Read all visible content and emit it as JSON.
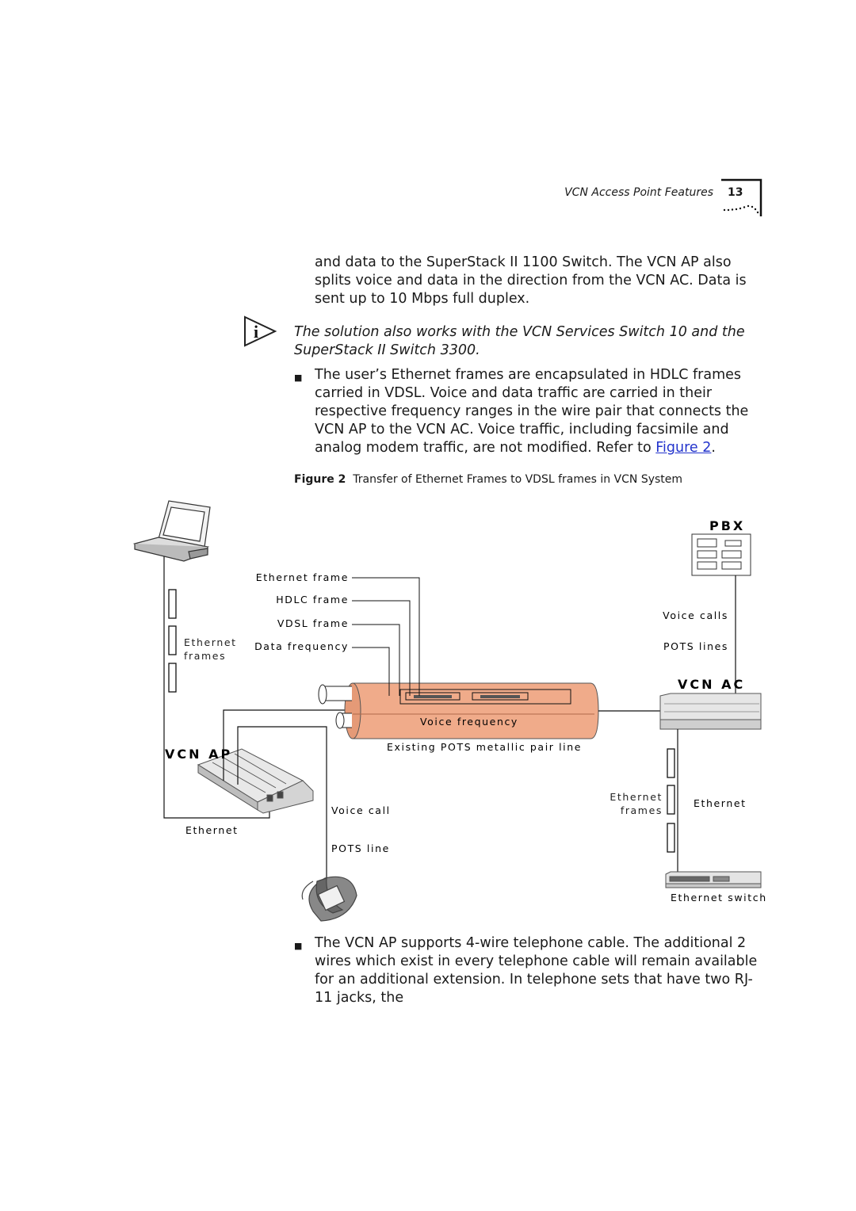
{
  "header": {
    "title": "VCN Access Point Features",
    "page_number": "13"
  },
  "intro_paragraph": "and data to the SuperStack II 1100 Switch. The VCN AP also splits voice and data in the direction from the VCN AC. Data is sent up to 10 Mbps full duplex.",
  "note": "The solution also works with the VCN Services Switch 10 and the SuperStack II Switch 3300.",
  "bullet1": {
    "text": "The user’s Ethernet frames are encapsulated in HDLC frames carried in VDSL. Voice and data traffic are carried in their respective frequency ranges in the wire pair that connects the VCN AP to the VCN AC. Voice traffic, including facsimile and analog modem traffic, are not modified. Refer to ",
    "link": "Figure 2",
    "end": "."
  },
  "figure": {
    "label": "Figure 2",
    "caption": "Transfer of Ethernet Frames to VDSL frames in VCN System",
    "labels": {
      "pbx": "PBX",
      "vcn_ac": "VCN AC",
      "vcn_ap": "VCN AP",
      "ethernet_frame": "Ethernet frame",
      "hdlc_frame": "HDLC frame",
      "vdsl_frame": "VDSL frame",
      "data_frequency": "Data frequency",
      "voice_frequency": "Voice frequency",
      "existing_pots": "Existing POTS metallic pair line",
      "ethernet_frames_left": "Ethernet frames",
      "ethernet_left": "Ethernet",
      "voice_call": "Voice call",
      "pots_line": "POTS line",
      "voice_calls": "Voice calls",
      "pots_lines": "POTS lines",
      "ethernet_frames_right": "Ethernet frames",
      "ethernet_right": "Ethernet",
      "ethernet_switch": "Ethernet switch"
    }
  },
  "bullet2": "The VCN AP supports 4-wire telephone cable. The additional 2 wires which exist in every telephone cable will remain available for an additional extension. In telephone sets that have two RJ-11 jacks, the"
}
